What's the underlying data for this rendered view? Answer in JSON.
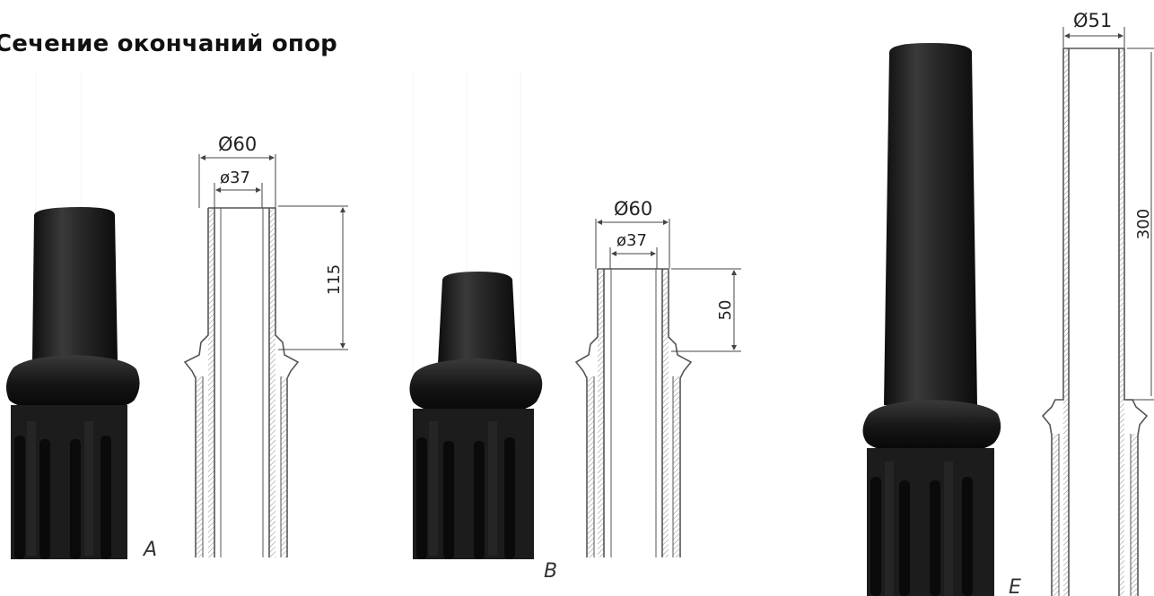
{
  "title": "Сечение окончаний опор",
  "variants": [
    {
      "letter": "A",
      "outer_diameter_label": "Ø60",
      "inner_diameter_label": "ø37",
      "length_label": "115"
    },
    {
      "letter": "B",
      "outer_diameter_label": "Ø60",
      "inner_diameter_label": "ø37",
      "length_label": "50"
    },
    {
      "letter": "E",
      "outer_diameter_label": "Ø51",
      "length_label": "300"
    }
  ],
  "colors": {
    "post_body": "#1c1c1c",
    "post_highlight": "#3a3a3a",
    "drawing_line": "#555555",
    "hatch": "#8a8a8a"
  }
}
